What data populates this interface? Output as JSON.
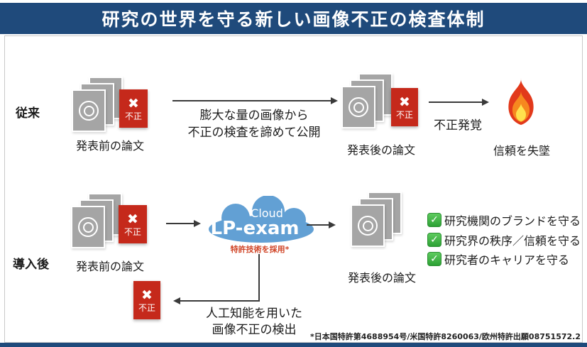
{
  "title": "研究の世界を守る新しい画像不正の検査体制",
  "fraud_label": "不正",
  "icons": {
    "fraud_x": "✖",
    "check": "✓",
    "flame": "flame-icon",
    "paper_stack": "papers-stack-icon",
    "cloud": "cloud-icon"
  },
  "row_before": {
    "label": "従来",
    "papers_pre": "発表前の論文",
    "publish_note_1": "膨大な量の画像から",
    "publish_note_2": "不正の検査を諦めて公開",
    "papers_post": "発表後の論文",
    "discovery": "不正発覚",
    "result": "信頼を失墜"
  },
  "row_after": {
    "label": "導入後",
    "papers_pre": "発表前の論文",
    "cloud_word": "Cloud",
    "product": "LP-exam",
    "patent_note": "特許技術を採用*",
    "papers_post": "発表後の論文",
    "benefits": [
      "研究機関のブランドを守る",
      "研究界の秩序／信頼を守る",
      "研究者のキャリアを守る"
    ],
    "ai_note_1": "人工知能を用いた",
    "ai_note_2": "画像不正の検出"
  },
  "footnote": "*日本国特許第4688954号/米国特許8260063/欧州特許出願08751572.2",
  "colors": {
    "banner_navy": "#1f4a7b",
    "badge_red": "#c5291b",
    "doc_gray": "#a5a5a5",
    "cloud_blue": "#62a0d4",
    "patent_red": "#d04527",
    "check_green": "#2da135",
    "arrow_dark": "#3a3a3a"
  }
}
